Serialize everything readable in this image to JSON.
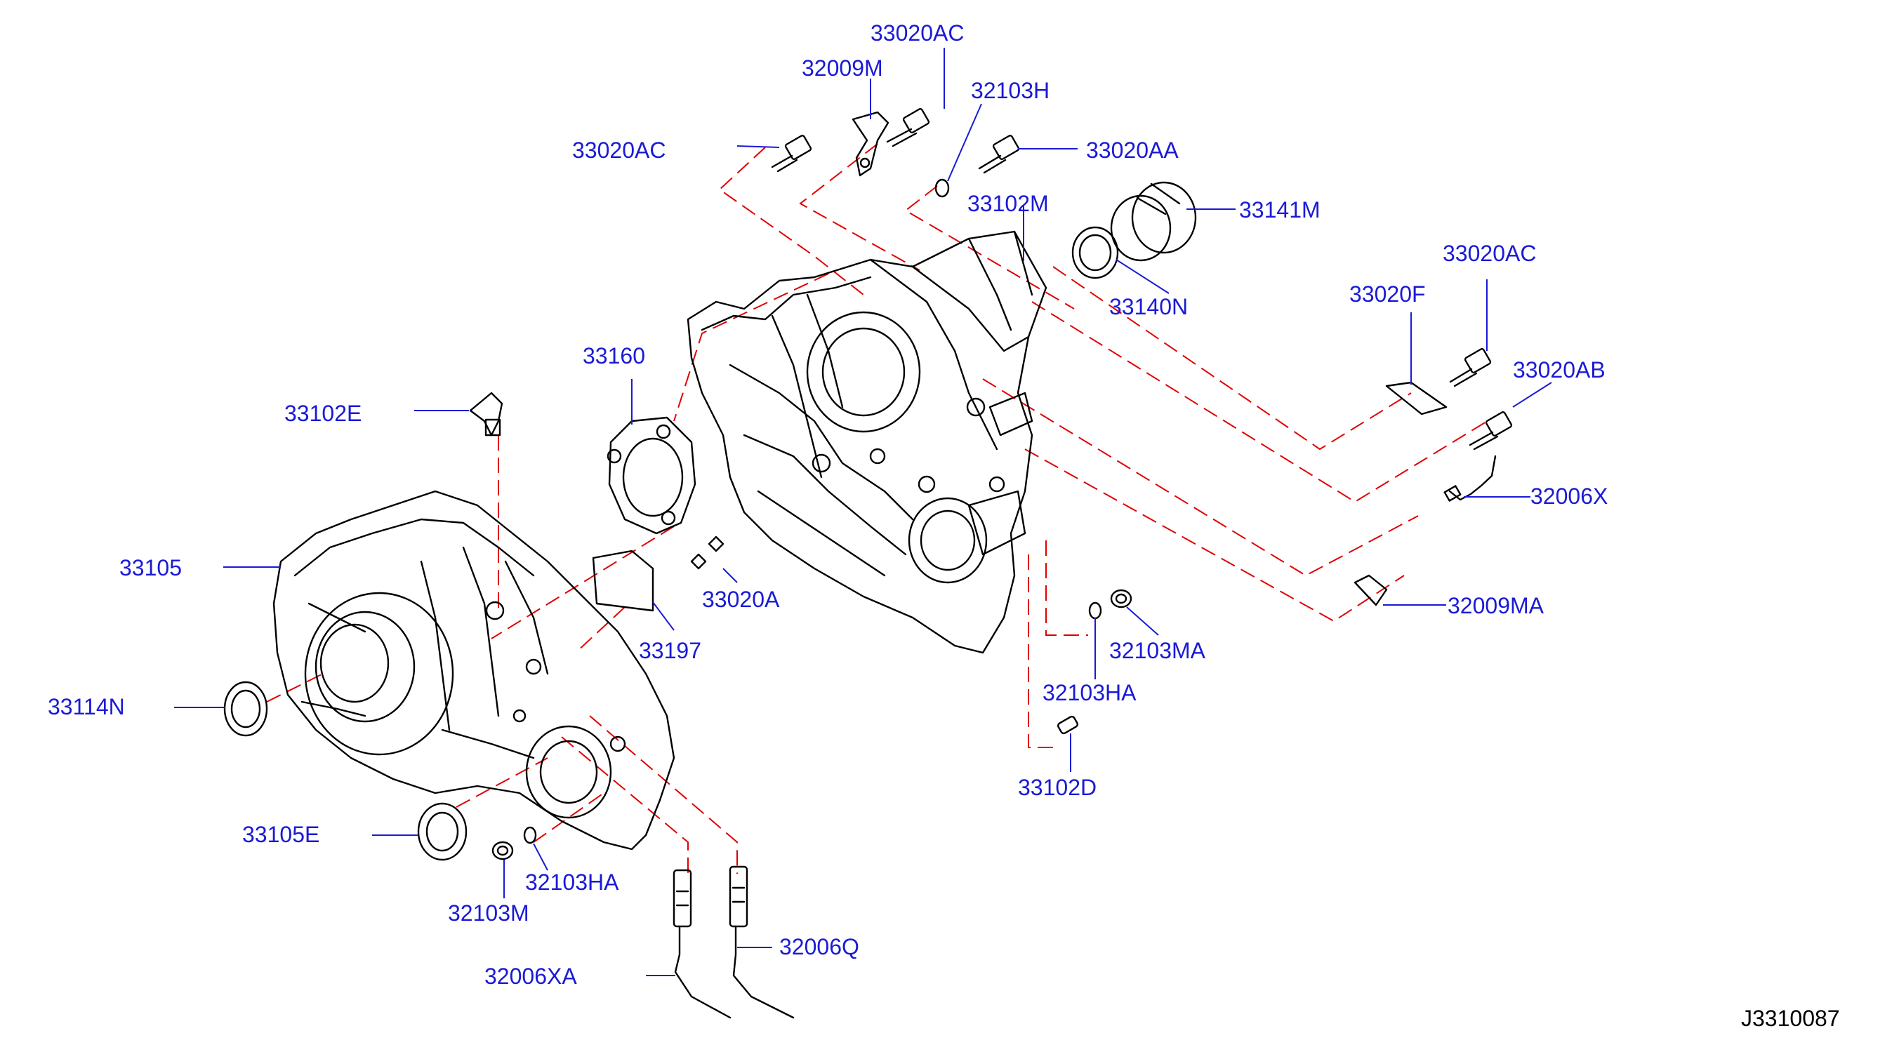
{
  "diagram": {
    "reference_code": "J3310087",
    "colors": {
      "label": "#1a1ad6",
      "leader": "#1a1ad6",
      "guide": "#e00000",
      "part": "#000000"
    },
    "labels": {
      "33020AC_top": "33020AC",
      "32009M": "32009M",
      "32103H": "32103H",
      "33020AC_left": "33020AC",
      "33020AA": "33020AA",
      "33102M": "33102M",
      "33141M": "33141M",
      "33140N": "33140N",
      "33020AC_right": "33020AC",
      "33020F": "33020F",
      "33020AB": "33020AB",
      "33160": "33160",
      "33102E": "33102E",
      "33105": "33105",
      "33020A": "33020A",
      "33197": "33197",
      "32006X": "32006X",
      "32009MA": "32009MA",
      "32103MA": "32103MA",
      "32103HA_mid": "32103HA",
      "33114N": "33114N",
      "33102D": "33102D",
      "33105E": "33105E",
      "32103HA_low": "32103HA",
      "32103M": "32103M",
      "32006Q": "32006Q",
      "32006XA": "32006XA"
    }
  }
}
